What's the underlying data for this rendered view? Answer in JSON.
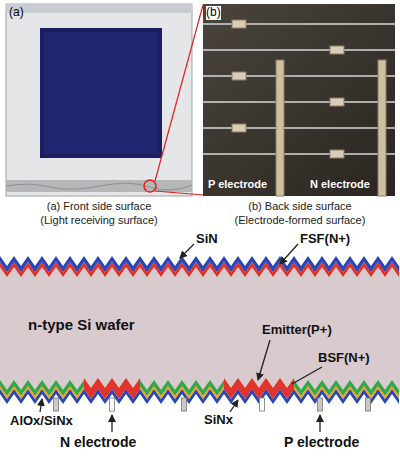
{
  "diagram": {
    "labels": [
      "(a)",
      "(b)",
      "P electrode",
      "N electrode",
      "(a) Front side surface",
      "(Light receiving surface)",
      "(b) Back side surface",
      "(Electrode-formed surface)",
      "SiN",
      "FSF(N+)",
      "n-type Si wafer",
      "Emitter(P+)",
      "BSF(N+)",
      "AlOx/SiNx",
      "N electrode",
      "SiNx",
      "P electrode"
    ]
  }
}
